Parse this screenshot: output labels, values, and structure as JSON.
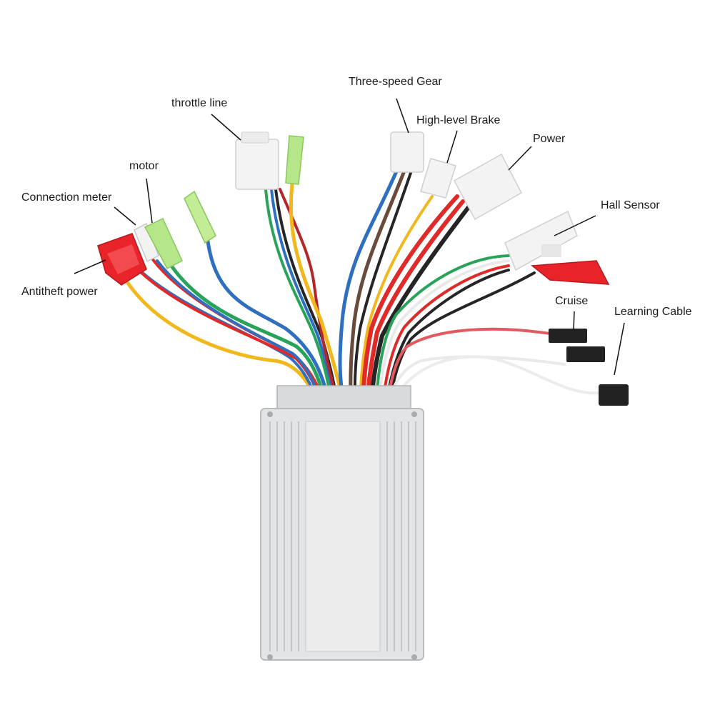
{
  "labels": {
    "three_speed_gear": "Three-speed Gear",
    "throttle_line": "throttle line",
    "high_level_brake": "High-level Brake",
    "power": "Power",
    "motor": "motor",
    "connection_meter": "Connection meter",
    "hall_sensor": "Hall Sensor",
    "antitheft_power": "Antitheft power",
    "cruise": "Cruise",
    "learning_cable": "Learning Cable"
  },
  "colors": {
    "housing": "#e3e4e6",
    "housing_shadow": "#b9bbbf",
    "red_connector": "#e8232a",
    "green_terminal": "#b6e68a",
    "white_connector": "#f3f3f3",
    "black_plug": "#222222",
    "wire_red": "#e02a2a",
    "wire_blue": "#2f6fc0",
    "wire_green": "#2aa35a",
    "wire_yellow": "#f0b81c",
    "wire_black": "#252525",
    "wire_brown": "#6a4a3a",
    "wire_white": "#e9e9e9"
  }
}
